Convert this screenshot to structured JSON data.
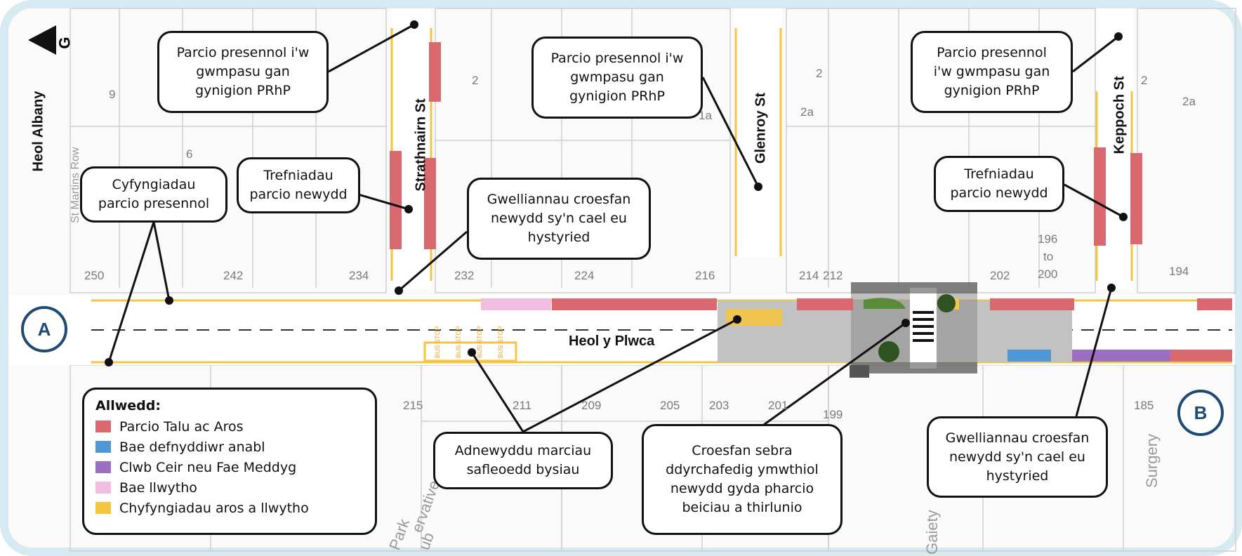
{
  "north_label": "G",
  "colors": {
    "frame": "#d6eaf1",
    "pay_display": "#d9696e",
    "disabled_bay": "#4f98d3",
    "car_club": "#9d6fc4",
    "loading_bay": "#f1bde0",
    "restrictions": "#f4c542",
    "paving": "#c2c2c2",
    "endpoint": "#1f4a72",
    "trees": "#2f5320"
  },
  "streets": {
    "albany": "Heol Albany",
    "strathnairn": "Strathnairn St",
    "glenroy": "Glenroy St",
    "keppoch": "Keppoch St",
    "main": "Heol y Plwca",
    "st_martins": "St Martins Row"
  },
  "map_text": {
    "surgery": "Surgery",
    "gaiety": "Gaiety",
    "park": "Park",
    "ervative": "ervative",
    "ub": "ub",
    "bus_stop": "BUS STOP"
  },
  "house_numbers": {
    "n250": "250",
    "n242": "242",
    "n234": "234",
    "n232": "232",
    "n224": "224",
    "n216": "216",
    "n214": "214",
    "n212": "212",
    "n202": "202",
    "n196": "196",
    "nto": "to",
    "n200": "200",
    "n194": "194",
    "n215": "215",
    "n211": "211",
    "n209": "209",
    "n205": "205",
    "n203": "203",
    "n201": "201",
    "n199": "199",
    "n185": "185",
    "n2a": "2",
    "n2b": "2",
    "n2c": "2",
    "n2d": "2a",
    "n2e": "2a",
    "n9": "9",
    "n6": "6",
    "n1a": "1a"
  },
  "callouts": {
    "existing_parking_1": "Parcio presennol i'w\ngwmpasu gan\ngynigion PRhP",
    "existing_parking_2": "Parcio presennol i'w\ngwmpasu gan\ngynigion PRhP",
    "existing_parking_3": "Parcio presennol\ni'w gwmpasu gan\ngynigion PRhP",
    "new_parking_1": "Trefniadau\nparcio newydd",
    "new_parking_2": "Trefniadau\nparcio newydd",
    "existing_restrictions": "Cyfyngiadau\nparcio presennol",
    "crossing_1": "Gwelliannau croesfan\nnewydd sy'n cael eu\nhystyried",
    "crossing_2": "Gwelliannau croesfan\nnewydd sy'n cael eu\nhystyried",
    "bus_markings": "Adnewyddu marciau\nsafleoedd bysiau",
    "zebra": "Croesfan sebra\nddyrchafedig ymwthiol\nnewydd gyda pharcio\nbeiciau a thirlunio"
  },
  "endpoints": {
    "a": "A",
    "b": "B"
  },
  "legend": {
    "title": "Allwedd:",
    "items": [
      {
        "label": "Parcio Talu ac Aros",
        "color": "#d9696e"
      },
      {
        "label": "Bae defnyddiwr anabl",
        "color": "#4f98d3"
      },
      {
        "label": "Clwb Ceir neu Fae Meddyg",
        "color": "#9d6fc4"
      },
      {
        "label": "Bae llwytho",
        "color": "#f1bde0"
      },
      {
        "label": "Chyfyngiadau aros a llwytho",
        "color": "#f4c542"
      }
    ]
  }
}
